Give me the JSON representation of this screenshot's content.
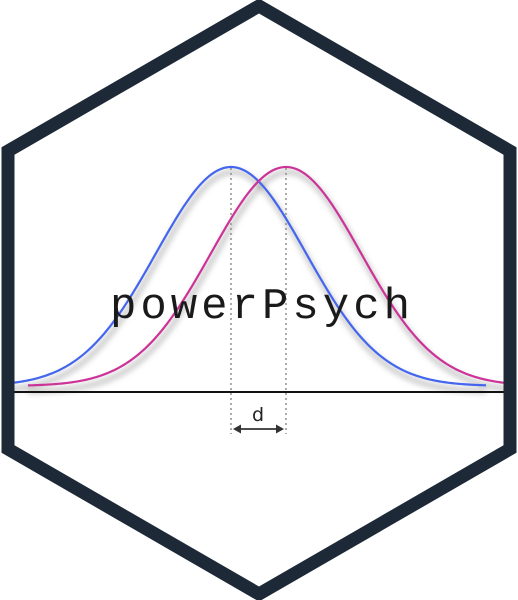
{
  "logo": {
    "name": "powerPsych",
    "effect_label": "d"
  },
  "colors": {
    "hex_border": "#1d2937",
    "hex_fill": "#ffffff",
    "curve_null": "#4466ee",
    "curve_alt": "#cc3399",
    "baseline": "#111111",
    "dotted": "#888888",
    "text": "#1a1a1a"
  },
  "icons": {
    "logo_shape": "hexagon-sticker",
    "effect_arrow": "double-headed-arrow"
  }
}
